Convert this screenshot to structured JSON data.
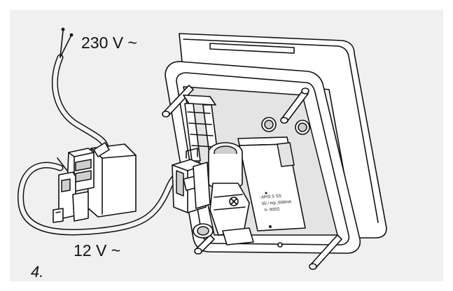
{
  "labels": {
    "mains_voltage": "230 V ~",
    "low_voltage": "12 V ~",
    "step_number": "4."
  },
  "colors": {
    "panel_background": "#f0f0f0",
    "line": "#111111"
  }
}
